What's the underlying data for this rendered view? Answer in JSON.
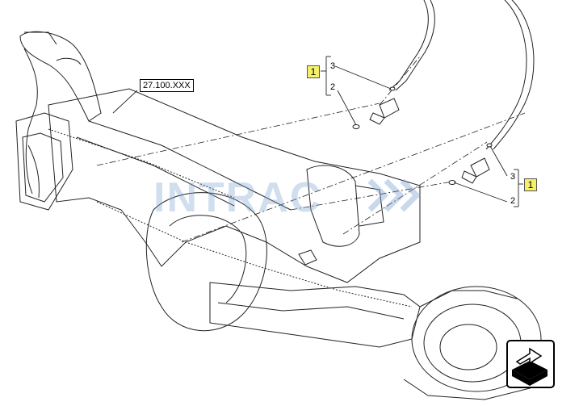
{
  "reference_label": "27.100.XXX",
  "watermark": "INTRAC",
  "callouts": {
    "upper": {
      "item": "1",
      "sub_a": "3",
      "sub_b": "2"
    },
    "lower": {
      "item": "1",
      "sub_a": "3",
      "sub_b": "2"
    }
  },
  "navigation_icon": "orientation-arrow-icon",
  "colors": {
    "callout_fill": "#f5f06a",
    "watermark": "#9dbbd9",
    "line": "#222222"
  }
}
